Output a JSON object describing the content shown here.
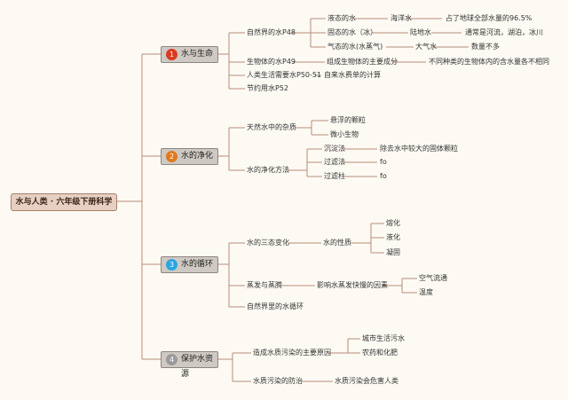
{
  "root": "水与人类 · 六年级下册科学",
  "sections": [
    {
      "number": "1",
      "label": "水与生命",
      "color": "#d93a22"
    },
    {
      "number": "2",
      "label": "水的净化",
      "color": "#e07820"
    },
    {
      "number": "3",
      "label": "水的循环",
      "color": "#2aa6e0"
    },
    {
      "number": "4",
      "label": "保护水资源",
      "color": "#9a9a9a"
    }
  ],
  "nodes": {
    "n1": "自然界的水P48",
    "n1a": "液态的水",
    "n1a1": "海洋水",
    "n1a2": "占了地球全部水量的96.5%",
    "n1b": "固态的水（冰）",
    "n1b1": "陆地水",
    "n1b2": "通常是河流，湖泊，冰川",
    "n1c": "气态的水(水蒸气)",
    "n1c1": "大气水",
    "n1c2": "数量不多",
    "n2": "生物体的水P49",
    "n2a": "组成生物体的主要成分",
    "n2b": "不同种类的生物体内的含水量各不相同",
    "n3": "人类生活需要水P50-51",
    "n3a": "自来水费单的计算",
    "n4": "节约用水P52",
    "n5": "天然水中的杂质",
    "n5a": "悬浮的颗粒",
    "n5b": "微小生物",
    "n6": "水的净化方法",
    "n6a": "沉淀法",
    "n6a1": "除去水中较大的固体颗粒",
    "n6b": "过滤法",
    "n6b1": "fo",
    "n6c": "过滤柱",
    "n6c1": "fo",
    "n7": "水的三态变化",
    "n7a": "水的性质",
    "n7a1": "熔化",
    "n7a2": "液化",
    "n7a3": "凝固",
    "n8": "蒸发与蒸腾",
    "n8a": "影响水蒸发快慢的因素",
    "n8a1": "空气流通",
    "n8a2": "温度",
    "n9": "自然界里的水循环",
    "n10": "造成水质污染的主要原因",
    "n10a": "城市生活污水",
    "n10b": "农药和化肥",
    "n11": "水质污染的防治",
    "n11a": "水质污染会危害人类"
  },
  "colors": {
    "line": "#b88c78",
    "root_fill": "#e6d0c2",
    "section_fill": "#cfc9c3"
  }
}
